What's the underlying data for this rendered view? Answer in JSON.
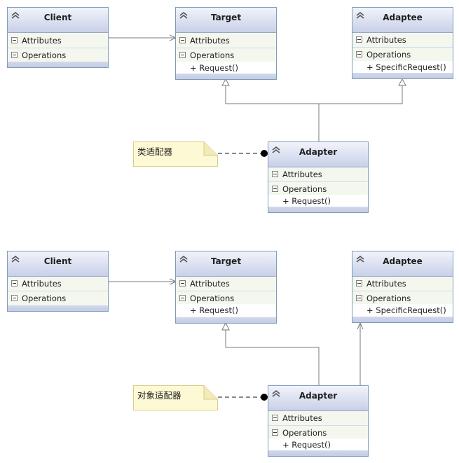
{
  "colors": {
    "class_border": "#7f9db9",
    "header_top": "#f2f4fb",
    "header_bottom": "#c8d0e8",
    "section_bg": "#f4f7ee",
    "note_fill": "#fdf9d4",
    "note_border": "#d8cd8a",
    "line": "#7a7a7a"
  },
  "diagrams": [
    {
      "note": "类适配器",
      "classes": {
        "client": {
          "name": "Client",
          "attributes_label": "Attributes",
          "operations_label": "Operations"
        },
        "target": {
          "name": "Target",
          "attributes_label": "Attributes",
          "operations_label": "Operations",
          "operation": "+ Request()"
        },
        "adaptee": {
          "name": "Adaptee",
          "attributes_label": "Attributes",
          "operations_label": "Operations",
          "operation": "+ SpecificRequest()"
        },
        "adapter": {
          "name": "Adapter",
          "attributes_label": "Attributes",
          "operations_label": "Operations",
          "operation": "+ Request()"
        }
      }
    },
    {
      "note": "对象适配器",
      "classes": {
        "client": {
          "name": "Client",
          "attributes_label": "Attributes",
          "operations_label": "Operations"
        },
        "target": {
          "name": "Target",
          "attributes_label": "Attributes",
          "operations_label": "Operations",
          "operation": "+ Request()"
        },
        "adaptee": {
          "name": "Adaptee",
          "attributes_label": "Attributes",
          "operations_label": "Operations",
          "operation": "+ SpecificRequest()"
        },
        "adapter": {
          "name": "Adapter",
          "attributes_label": "Attributes",
          "operations_label": "Operations",
          "operation": "+ Request()"
        }
      }
    }
  ]
}
